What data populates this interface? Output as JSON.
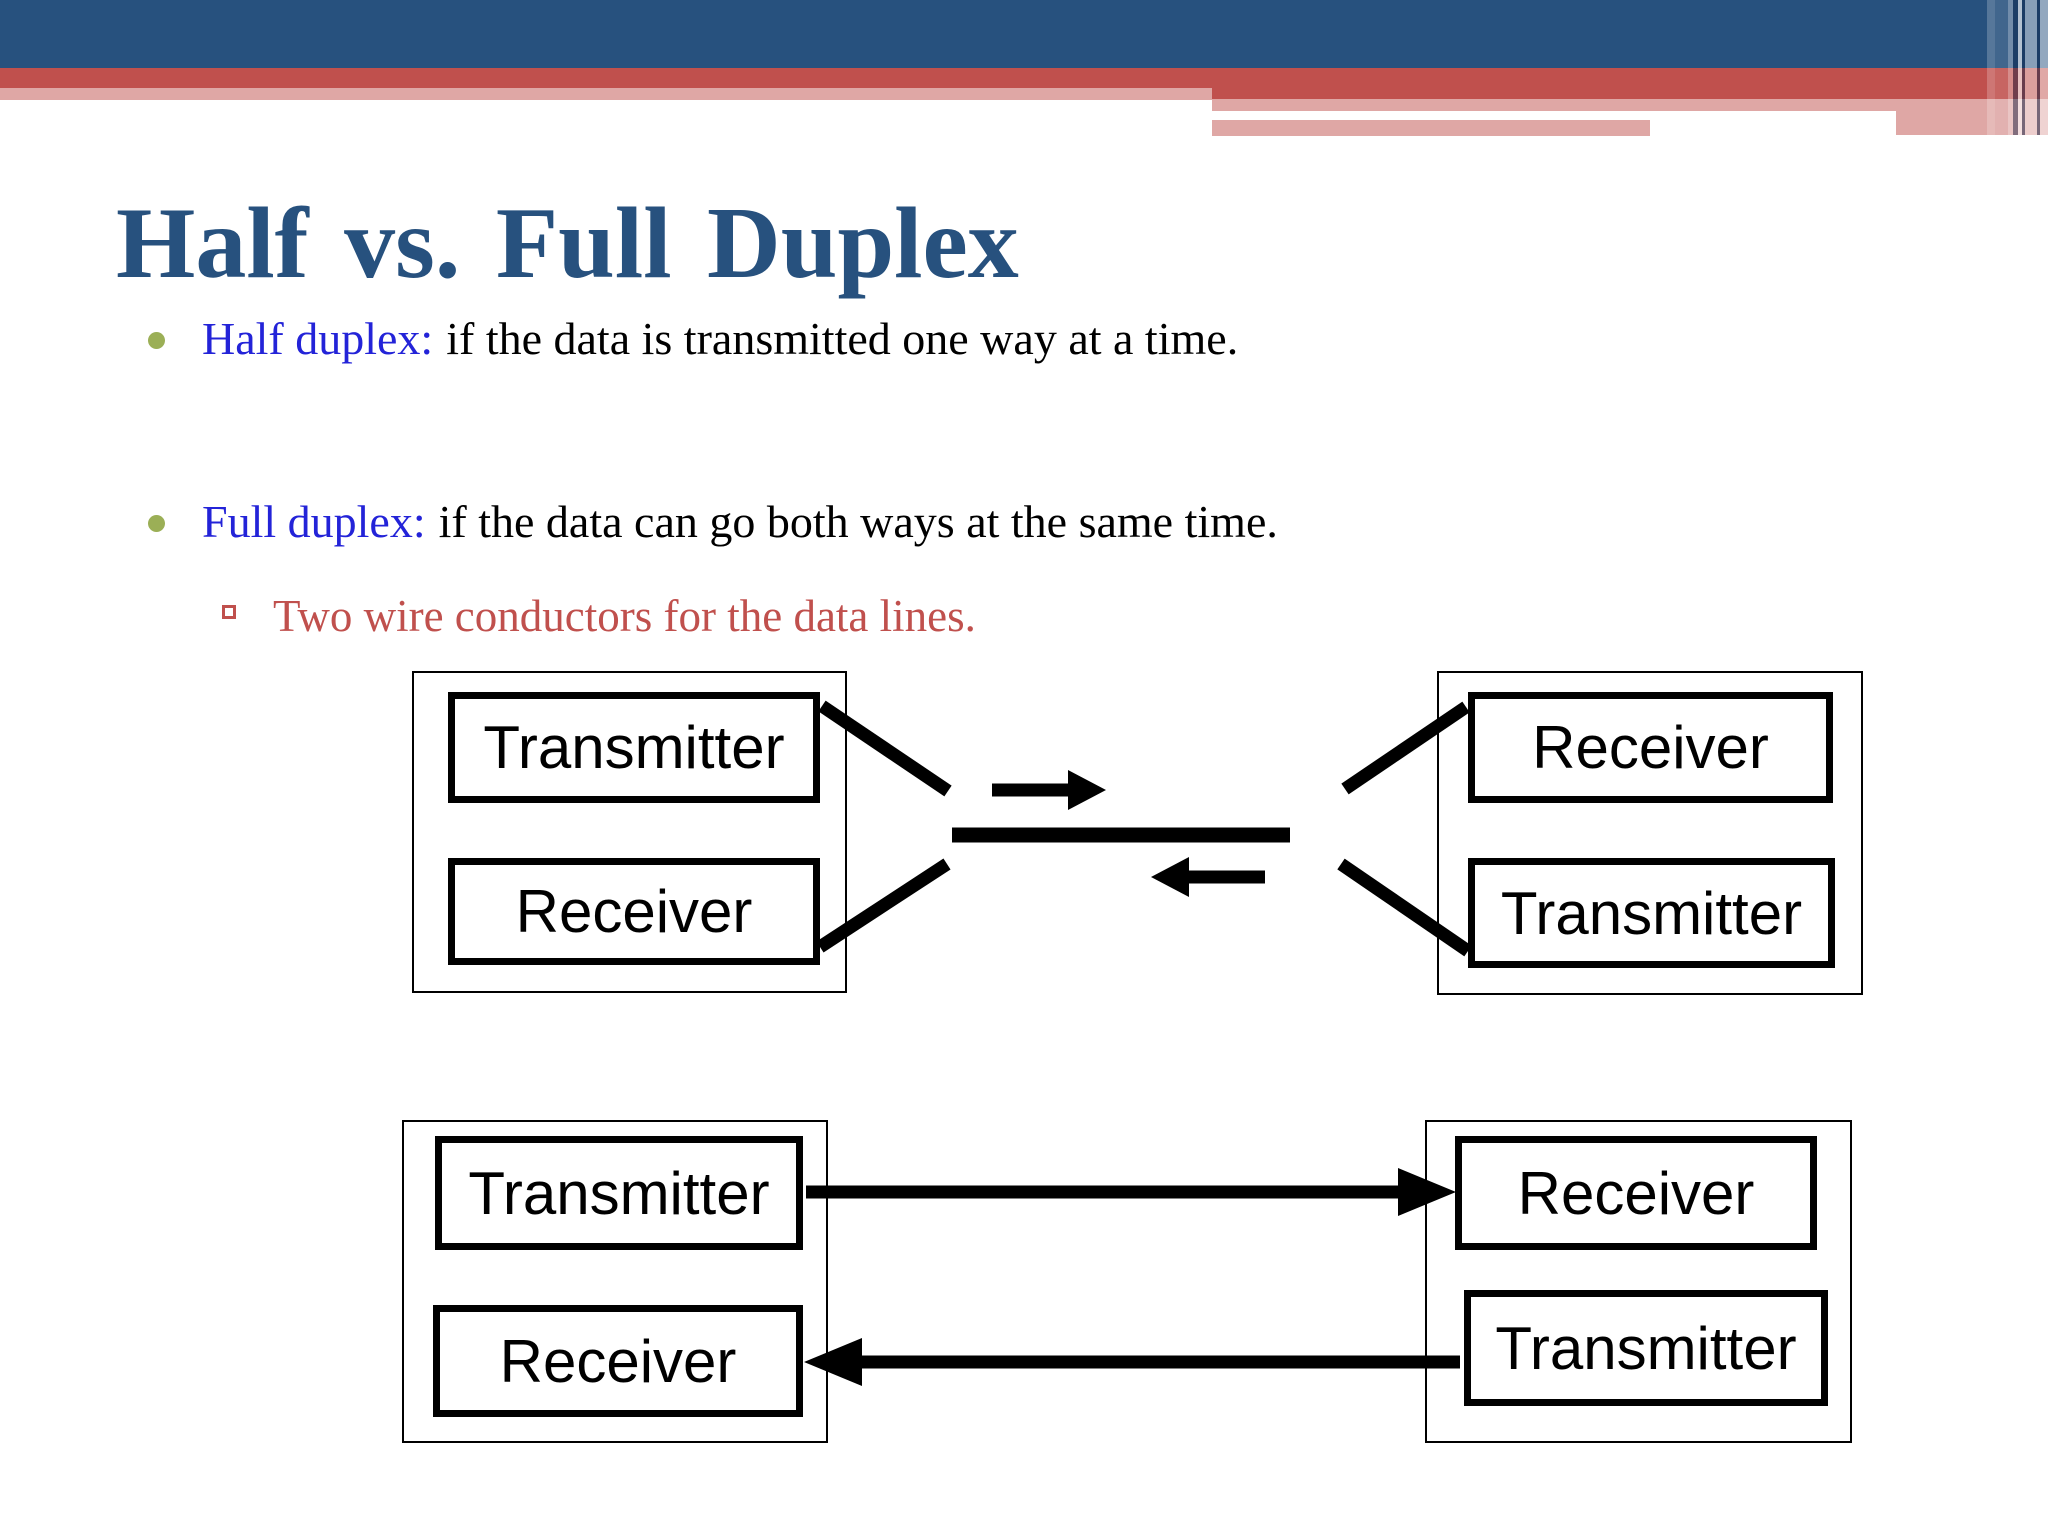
{
  "colors": {
    "banner_blue": "#27517E",
    "banner_red": "#C0504D",
    "banner_pink": "#DFA7A5",
    "title_blue": "#27517E",
    "keyword_blue": "#2323D8",
    "accent_red": "#C0504D",
    "bullet_green": "#9BAF56",
    "diagram_line": "#000000"
  },
  "title": "Half vs. Full Duplex",
  "bullets": [
    {
      "keyword": "Half duplex:",
      "text": "if the data is transmitted one way at a time."
    },
    {
      "keyword": "Full duplex:",
      "text": "if the data can go both ways at the same time."
    }
  ],
  "sub_bullet": {
    "text": "Two wire conductors for the data lines."
  },
  "diagrams": {
    "half_duplex": {
      "left_station": {
        "top": "Transmitter",
        "bottom": "Receiver"
      },
      "right_station": {
        "top": "Receiver",
        "bottom": "Transmitter"
      }
    },
    "full_duplex": {
      "left_station": {
        "top": "Transmitter",
        "bottom": "Receiver"
      },
      "right_station": {
        "top": "Receiver",
        "bottom": "Transmitter"
      }
    }
  }
}
